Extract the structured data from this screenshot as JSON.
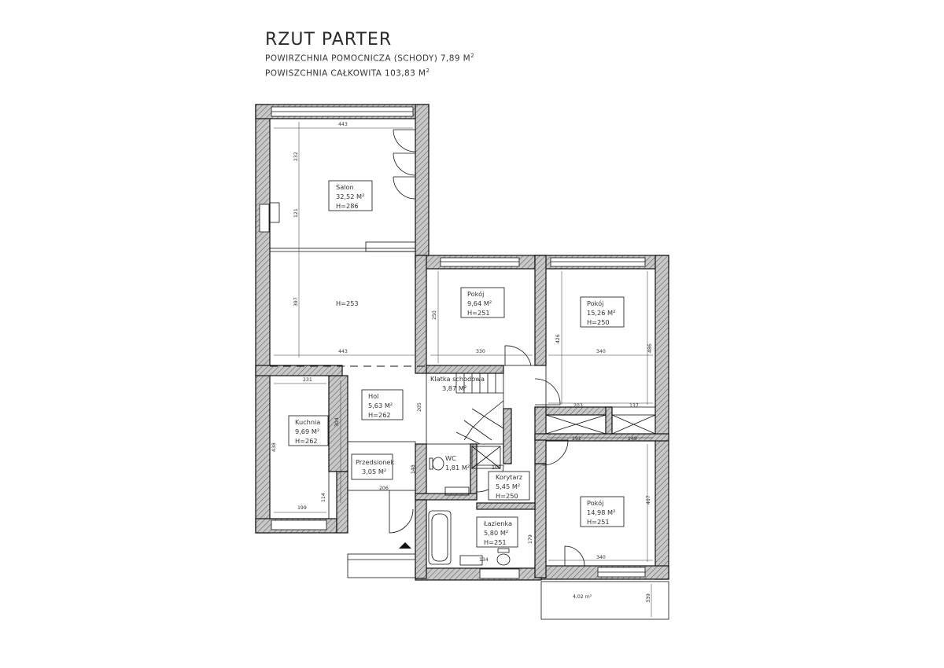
{
  "header": {
    "title": "RZUT PARTER",
    "line1_text": "POWIRZCHNIA POMOCNICZA (SCHODY) 7,89 M",
    "line1_sup": "2",
    "line2_text": "POWISZCHNIA CAŁKOWITA 103,83 M",
    "line2_sup": "2"
  },
  "rooms": [
    {
      "name": "Salon",
      "area": "32,52 M²",
      "height": "H=286"
    },
    {
      "name": "",
      "area": "",
      "height": "H=253"
    },
    {
      "name": "Pokój",
      "area": "9,64 M²",
      "height": "H=251"
    },
    {
      "name": "Pokój",
      "area": "15,26 M²",
      "height": "H=250"
    },
    {
      "name": "Klatka schodowa",
      "area": "3,87 M²",
      "height": ""
    },
    {
      "name": "Hol",
      "area": "5,63 M²",
      "height": "H=262"
    },
    {
      "name": "Kuchnia",
      "area": "9,69 M²",
      "height": "H=262"
    },
    {
      "name": "Przedsionek",
      "area": "3,05 M²",
      "height": ""
    },
    {
      "name": "WC",
      "area": "1,81 M²",
      "height": ""
    },
    {
      "name": "Korytarz",
      "area": "5,45 M²",
      "height": "H=250"
    },
    {
      "name": "Łazienka",
      "area": "5,80 M²",
      "height": "H=251"
    },
    {
      "name": "Pokój",
      "area": "14,98 M²",
      "height": "H=251"
    }
  ],
  "terrace_area": "4,02 m²",
  "dimensions": [
    "443",
    "232",
    "121",
    "397",
    "443",
    "250",
    "330",
    "426",
    "340",
    "486",
    "231",
    "205",
    "304",
    "438",
    "203",
    "137",
    "191",
    "149",
    "148",
    "206",
    "114",
    "199",
    "100",
    "179",
    "407",
    "340",
    "339",
    "134"
  ]
}
